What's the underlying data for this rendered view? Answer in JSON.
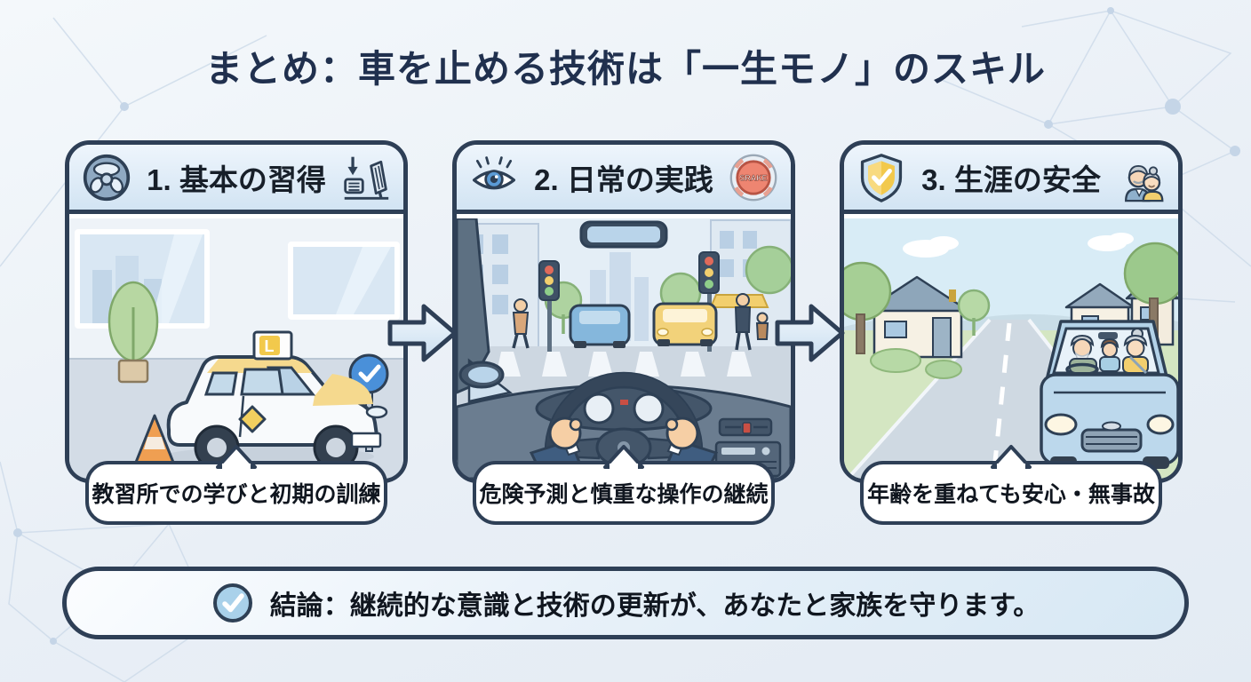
{
  "title": "まとめ：車を止める技術は「一生モノ」のスキル",
  "panels": [
    {
      "heading": "1. 基本の習得",
      "caption": "教習所での学びと初期の訓練",
      "left_icon": "steering-wheel-icon",
      "right_icon": "pedal-press-icon",
      "illustration": "driving-school-car-with-learner-plate",
      "learner_plate_letter": "L"
    },
    {
      "heading": "2. 日常の実践",
      "caption": "危険予測と慎重な操作の継続",
      "left_icon": "eye-icon",
      "right_icon": "brake-button-icon",
      "brake_button_label": "SRAKE",
      "illustration": "driver-pov-city-intersection"
    },
    {
      "heading": "3. 生涯の安全",
      "caption": "年齢を重ねても安心・無事故",
      "left_icon": "shield-check-icon",
      "right_icon": "elderly-couple-icon",
      "illustration": "family-car-on-suburban-road"
    }
  ],
  "conclusion": {
    "icon": "check-circle-icon",
    "text": "結論：継続的な意識と技術の更新が、あなたと家族を守ります。"
  },
  "colors": {
    "background": "#e9eff6",
    "panel_border": "#2e3f56",
    "header_bg": "#d2e4f3",
    "title_text": "#20304e",
    "body_text": "#10161f",
    "accent_blue": "#4a90d9",
    "brake_red": "#ee8571",
    "shield_gold": "#f2c94c",
    "learner_yellow": "#f5d98e"
  }
}
